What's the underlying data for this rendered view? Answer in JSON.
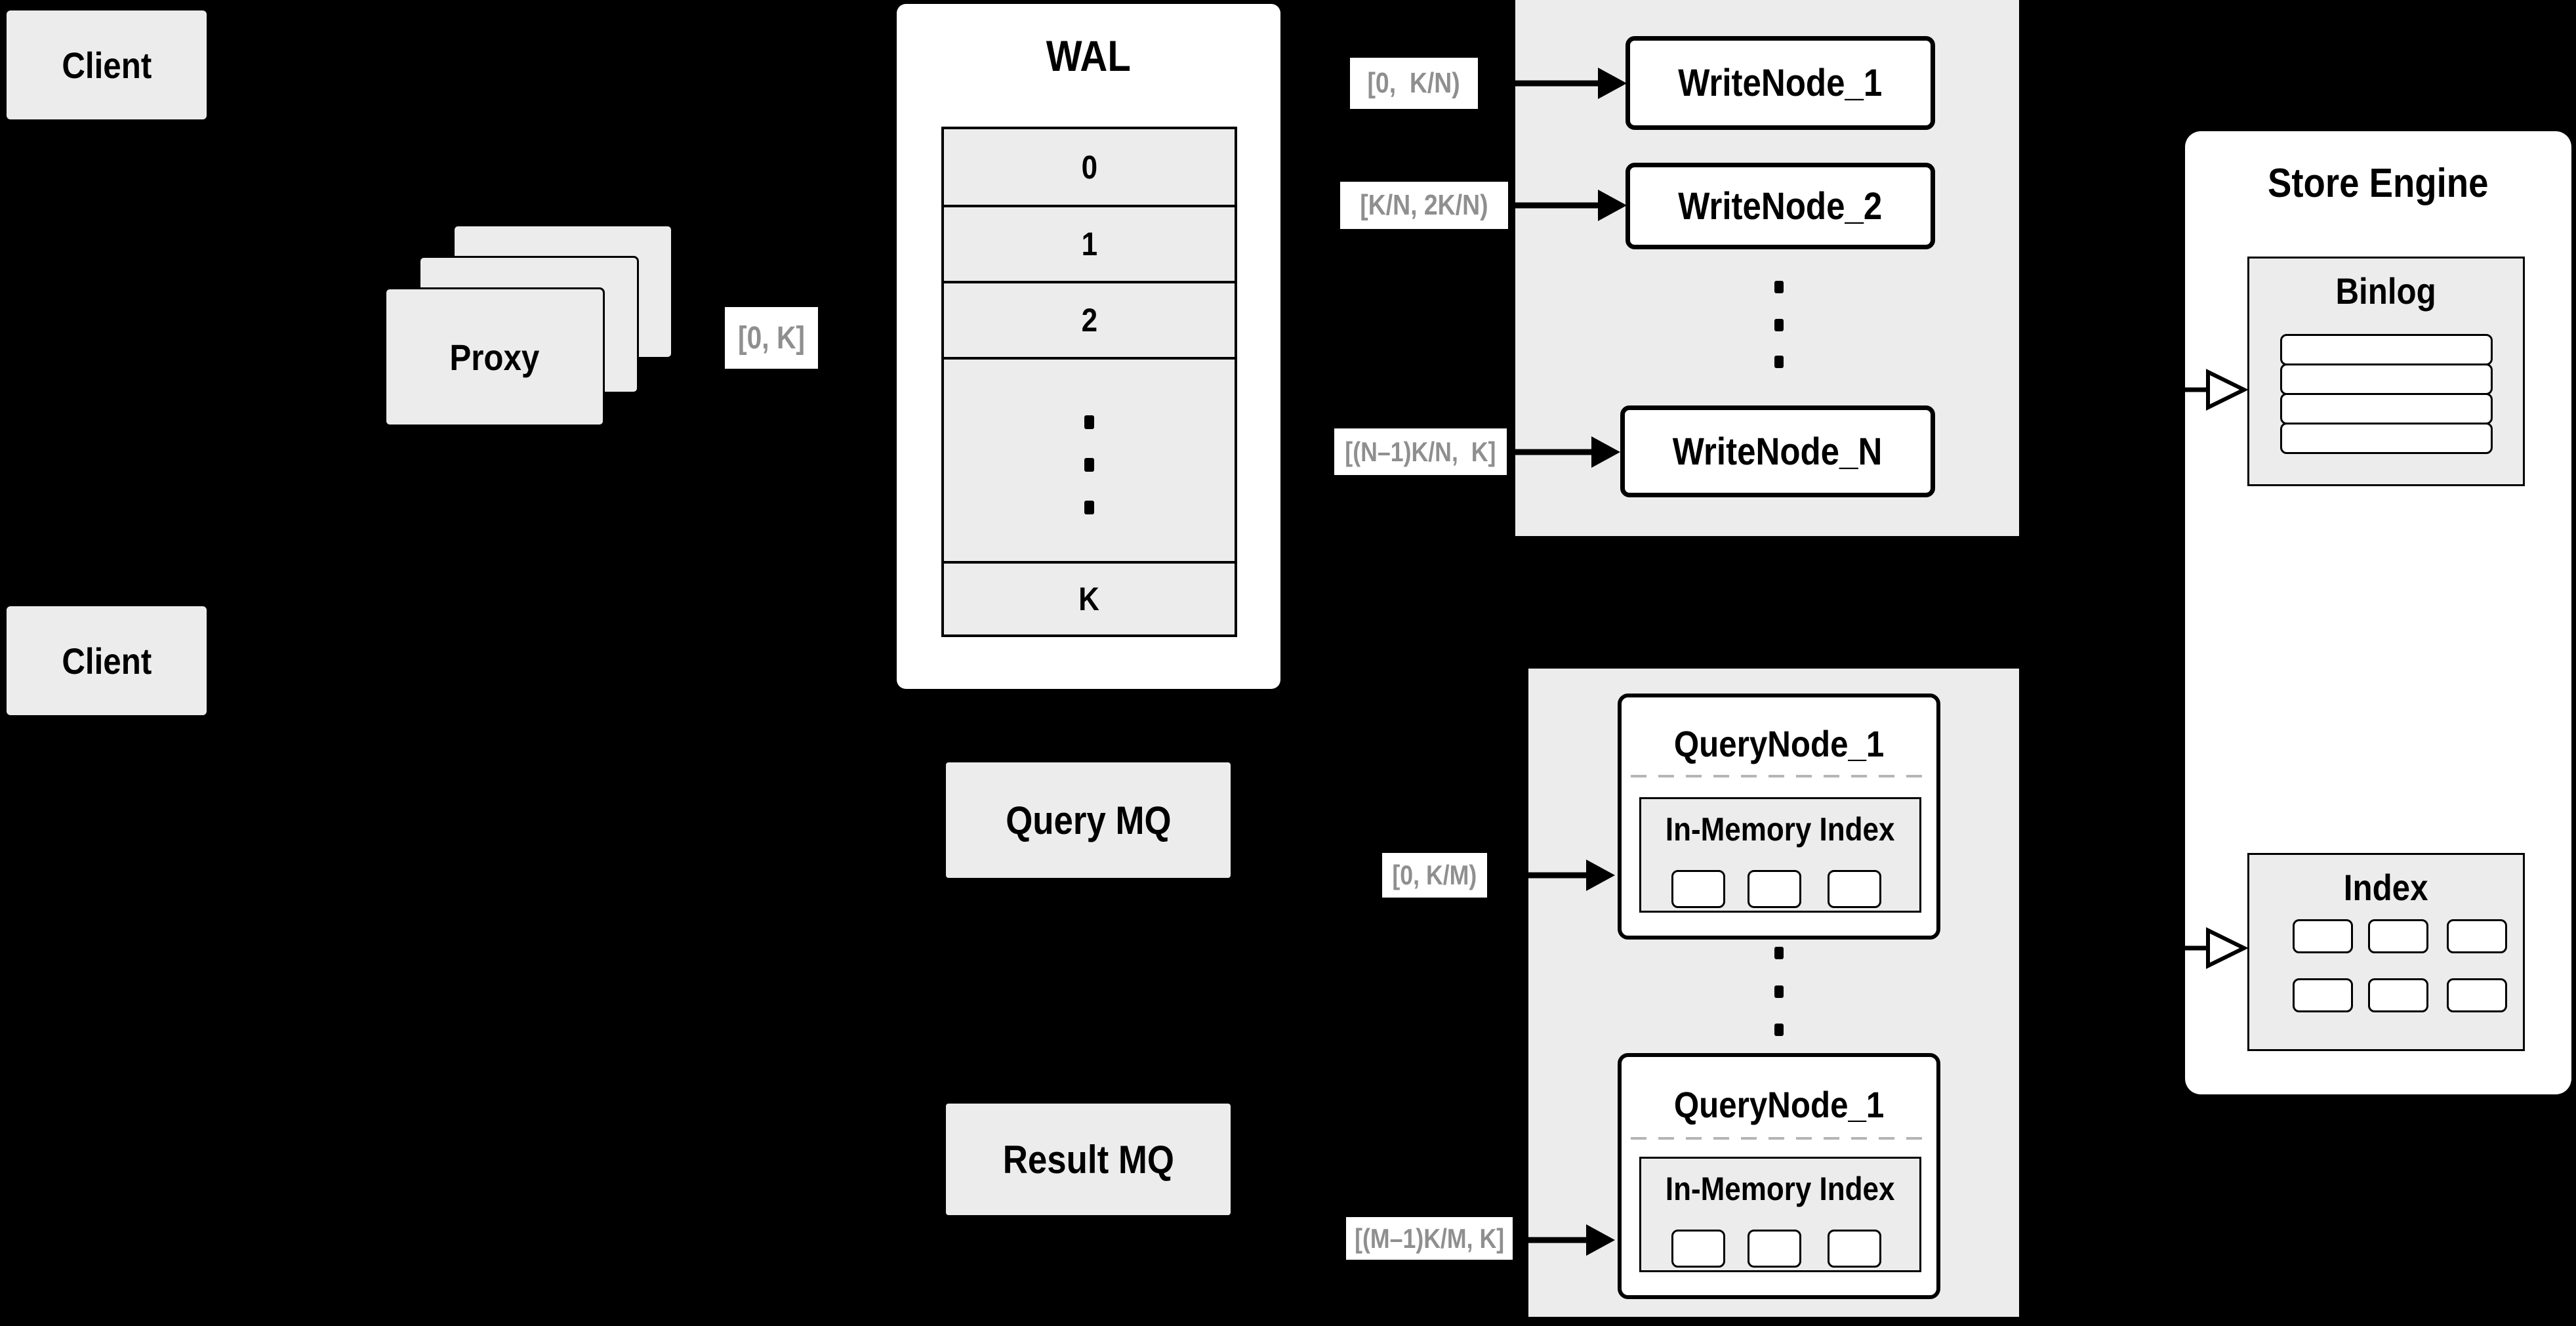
{
  "colors": {
    "background": "#000000",
    "panel_gray": "#ececec",
    "box_white": "#ffffff",
    "border_black": "#000000",
    "label_text_gray": "#8f8f8f",
    "dashed_line_gray": "#b5b5b5"
  },
  "clients": {
    "top_label": "Client",
    "bottom_label": "Client"
  },
  "proxy": {
    "label": "Proxy"
  },
  "range_labels": {
    "proxy_to_wal": "[0, K]",
    "write_1": "[0,  K/N)",
    "write_2": "[K/N, 2K/N)",
    "write_n": "[(N–1)K/N,  K]",
    "query_1": "[0, K/M)",
    "query_2": "[(M–1)K/M, K]"
  },
  "wal": {
    "title": "WAL",
    "rows": [
      "0",
      "1",
      "2",
      "K"
    ]
  },
  "write_nodes": {
    "node_1": "WriteNode_1",
    "node_2": "WriteNode_2",
    "node_n": "WriteNode_N"
  },
  "mq": {
    "query": "Query MQ",
    "result": "Result MQ"
  },
  "query_nodes": {
    "node_top": {
      "title": "QueryNode_1",
      "index_title": "In-Memory Index"
    },
    "node_bottom": {
      "title": "QueryNode_1",
      "index_title": "In-Memory Index"
    }
  },
  "store_engine": {
    "title": "Store Engine",
    "binlog": {
      "title": "Binlog"
    },
    "index": {
      "title": "Index"
    }
  }
}
